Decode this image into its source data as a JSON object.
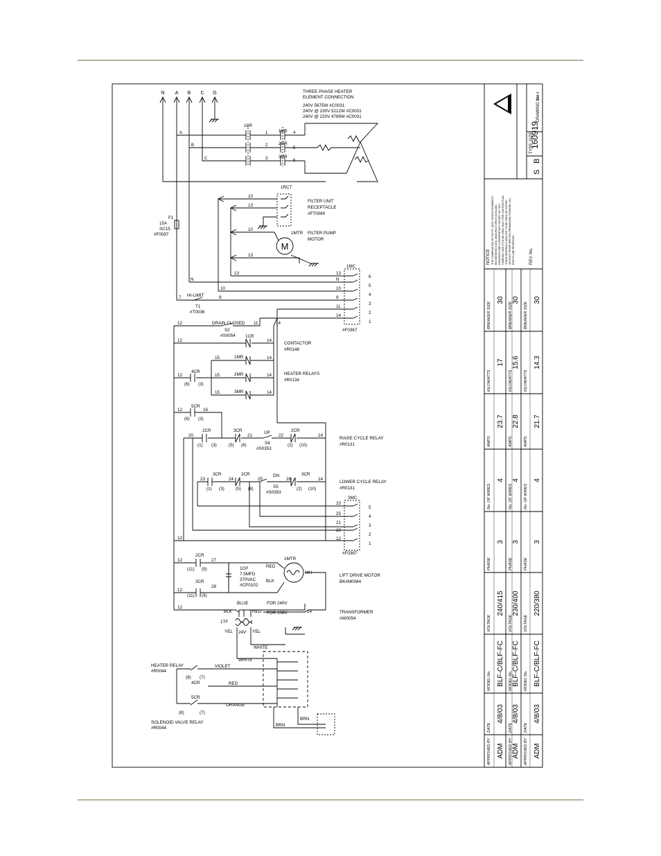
{
  "supply": {
    "labels": [
      "N",
      "A",
      "B",
      "C",
      "G"
    ],
    "line_ids": [
      "A",
      "B",
      "C"
    ],
    "contactor": "1CR",
    "wires_in": [
      "1",
      "2",
      "3"
    ],
    "relays": [
      "1MR",
      "2MR",
      "3MR"
    ],
    "wires_out": [
      "4",
      "5",
      "6"
    ]
  },
  "heater_note": {
    "title1": "THREE PHASE HEATER",
    "title2": "ELEMENT CONNECTION",
    "l1": "240V  5675W  #C0031",
    "l2": "240V @ 230V  5212W  #C0031",
    "l3": "240V @ 220V  4789W  #C0031"
  },
  "fuse": {
    "id": "F1",
    "amps": "15A",
    "type": "SC15",
    "part": "#F0097"
  },
  "filter": {
    "rct": "1RCT",
    "w10": "10",
    "w13": "13",
    "recept1": "FILTER UNIT",
    "recept2": "RECEPTACLE",
    "recept_part": "#FT0060",
    "mtr": "1MTR",
    "motor1": "FILTER PUMP",
    "motor2": "MOTOR",
    "m": "M"
  },
  "mc1": {
    "name": "1MC",
    "part": "#F0367",
    "wires": [
      "13",
      "N",
      "10",
      "9",
      "11",
      "14"
    ],
    "pins": [
      "6",
      "5",
      "4",
      "3",
      "2",
      "1"
    ]
  },
  "hilimit": {
    "label": "HI-LIMIT",
    "t": "T1",
    "part": "#T0036",
    "w7": "7",
    "w9": "9",
    "w12": "12",
    "w11": "11",
    "w14": "14"
  },
  "drain": {
    "label": "DRAIN CLOSED",
    "s": "S2",
    "part": "#S0054"
  },
  "contactor": {
    "cr": "1CR",
    "label": "CONTACTOR",
    "part": "#R0148",
    "w12": "12",
    "w14": "14"
  },
  "heater_relays": {
    "cr": "4CR",
    "n6": "(6)",
    "n3": "(3)",
    "w15": "15",
    "mrs": [
      "1MR",
      "2MR",
      "3MR"
    ],
    "label": "HEATER RELAYS",
    "part": "#R0134"
  },
  "cr5": {
    "cr": "5CR",
    "w16": "16",
    "n6": "(6)",
    "n3": "(3)"
  },
  "raise": {
    "w20": "20",
    "cr2": "2CR",
    "n1": "(1)",
    "n3": "(3)",
    "cr3": "3CR",
    "n5": "(5)",
    "n6": "(6)",
    "w21": "21",
    "up": "UP",
    "s4": "S4",
    "s_part": "#S0353",
    "w22": "22",
    "cr2b": "2CR",
    "n2": "(2)",
    "n10": "(10)",
    "w14": "14",
    "label": "RAISE CYCLE RELAY",
    "part": "#R0131"
  },
  "lower": {
    "w23": "23",
    "cr3": "3CR",
    "n1": "(1)",
    "n3": "(3)",
    "w24": "24",
    "cr2": "2CR",
    "n5": "(5)",
    "n6": "(6)",
    "w25": "25",
    "dn": "DN",
    "s5": "S5",
    "s_part": "#S0353",
    "w26": "26",
    "cr3b": "3CR",
    "n2": "(2)",
    "n10": "(10)",
    "w14": "14",
    "label": "LOWER CYCLE RELAY",
    "part": "#R0131"
  },
  "mc3": {
    "name": "3MC",
    "part": "#F0367",
    "wires": [
      "23",
      "25",
      "21",
      "20",
      "12"
    ],
    "pins": [
      "5",
      "4",
      "3",
      "2",
      "1"
    ]
  },
  "lift": {
    "w12": "12",
    "cr2": "2CR",
    "w27": "27",
    "n11": "(11)",
    "n9": "(9)",
    "cr3": "3CR",
    "w28": "28",
    "n11b": "(11)",
    "n9b": "(9)",
    "cp": "1CP",
    "mfd": "7.5MFD",
    "vac": "370VAC",
    "cp_part": "#CP0102",
    "red": "RED",
    "blk": "BLK",
    "mtr": "1MTR",
    "wh": "WH",
    "label": "LIFT DRIVE MOTOR",
    "part": "BK#M0084"
  },
  "transformer": {
    "w12": "12",
    "blue": "BLUE",
    "for240": "FOR 240V",
    "blk": "BLK",
    "red": "RED",
    "for208": "FOR 208V",
    "w14": "14",
    "tf": "1TF",
    "yel": "YEL",
    "v24": "24V",
    "yel2": "YEL",
    "white": "WHITE",
    "label": "TRANSFORMER",
    "part": "#W0054"
  },
  "bottom": {
    "heater_relay": "HEATER RELAY",
    "hr_part": "#R0044",
    "n8": "(8)",
    "n7": "(7)",
    "cr4": "4CR",
    "violet": "VIOLET",
    "white": "WHITE",
    "red": "RED",
    "cr5": "5CR",
    "n8b": "(8)",
    "n7b": "(7)",
    "orange": "ORANGE",
    "solenoid": "SOLENOID VALVE RELAY",
    "sv_part": "#R0044",
    "brn": "BRN",
    "brn2": "BRN"
  },
  "title_block": {
    "drawing_label": "DRAWING No.",
    "drawing_no": "160919",
    "sheet": "2 of 4",
    "type_label": "TYPE",
    "type": "S",
    "size_label": "SIZE",
    "size": "B",
    "notice_title": "NOTICE",
    "notice_lines": [
      "THE COMBINATION OF FACTS, DATA, DESIGN ELEMENTS,",
      "ENGINEERING DATA, MANUFACTURING DATA AND",
      "DRAWINGS ARE A PROPRIETARY SECRET OF THIS",
      "COMPANY AND IS TO BE USED ONLY FOR CONTRACTUAL",
      "THESE MATERIALS ARE NOT TO BE USED OR COPIED",
      "WITHOUT PRIOR WRITTEN PERMISSION FROM BKI. ALL",
      "RIGHTS ARE RESERVED."
    ],
    "rev_label": "REV. No."
  },
  "spec_table": {
    "headers": [
      "APPROVED BY",
      "DATE",
      "MODEL No.",
      "VOLTAGE",
      "PHASE",
      "No. OF WIRES",
      "AMPS.",
      "KILOWATTS",
      "BREAKER SIZE"
    ],
    "rows": [
      [
        "ADM",
        "4/8/03",
        "BLF-C/BLF-FC",
        "240/415",
        "3",
        "4",
        "23.7",
        "17",
        "30"
      ],
      [
        "ADM",
        "4/8/03",
        "BLF-C/BLF-FC",
        "230/400",
        "3",
        "4",
        "22.8",
        "15.6",
        "30"
      ],
      [
        "ADM",
        "4/8/03",
        "BLF-C/BLF-FC",
        "220/380",
        "3",
        "4",
        "21.7",
        "14.3",
        "30"
      ]
    ]
  }
}
